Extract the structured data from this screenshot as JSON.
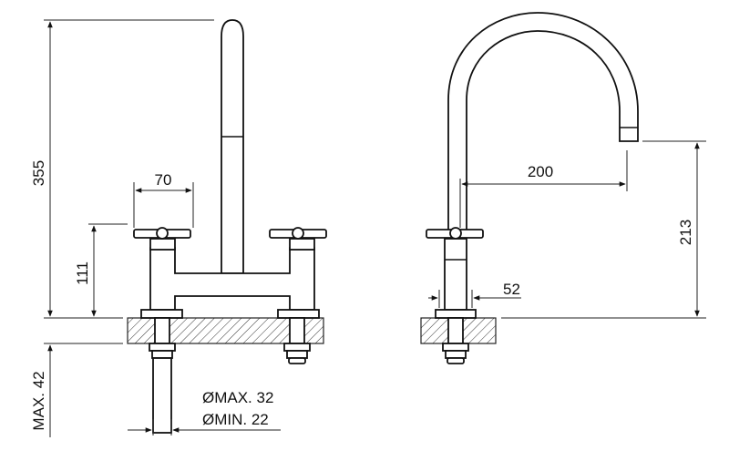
{
  "dimensions": {
    "height_total": "355",
    "handle_spacing": "70",
    "handle_height": "111",
    "max_thickness": "MAX. 42",
    "max_hole_diameter": "ØMAX. 32",
    "min_hole_diameter": "ØMIN. 22",
    "spout_reach": "200",
    "spout_height": "213",
    "body_diameter": "52"
  }
}
